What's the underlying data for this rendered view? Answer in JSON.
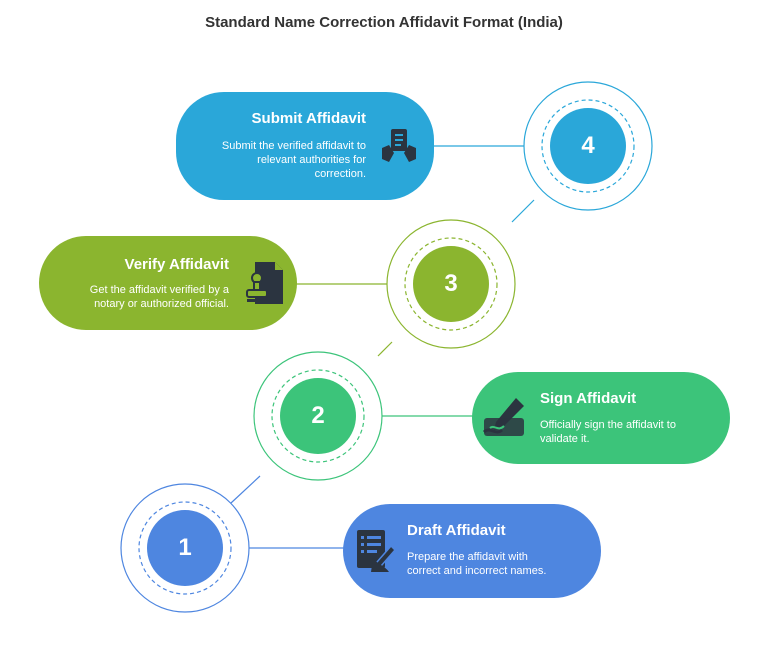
{
  "title": "Standard Name Correction Affidavit Format (India)",
  "colors": {
    "step1": "#4e86e0",
    "step2": "#3cc47a",
    "step3": "#8bb52f",
    "step4": "#2aa7d9"
  },
  "steps": [
    {
      "number": "1",
      "title": "Draft Affidavit",
      "description_lines": [
        "Prepare the affidavit with",
        "correct and incorrect names."
      ],
      "icon": "document-pen-icon"
    },
    {
      "number": "2",
      "title": "Sign Affidavit",
      "description_lines": [
        "Officially sign the affidavit to",
        "validate it."
      ],
      "icon": "signature-pen-icon"
    },
    {
      "number": "3",
      "title": "Verify Affidavit",
      "description_lines": [
        "Get the affidavit verified by a",
        "notary or authorized official."
      ],
      "icon": "stamp-document-icon"
    },
    {
      "number": "4",
      "title": "Submit Affidavit",
      "description_lines": [
        "Submit the verified affidavit to",
        "relevant authorities for",
        "correction."
      ],
      "icon": "hand-submit-document-icon"
    }
  ]
}
